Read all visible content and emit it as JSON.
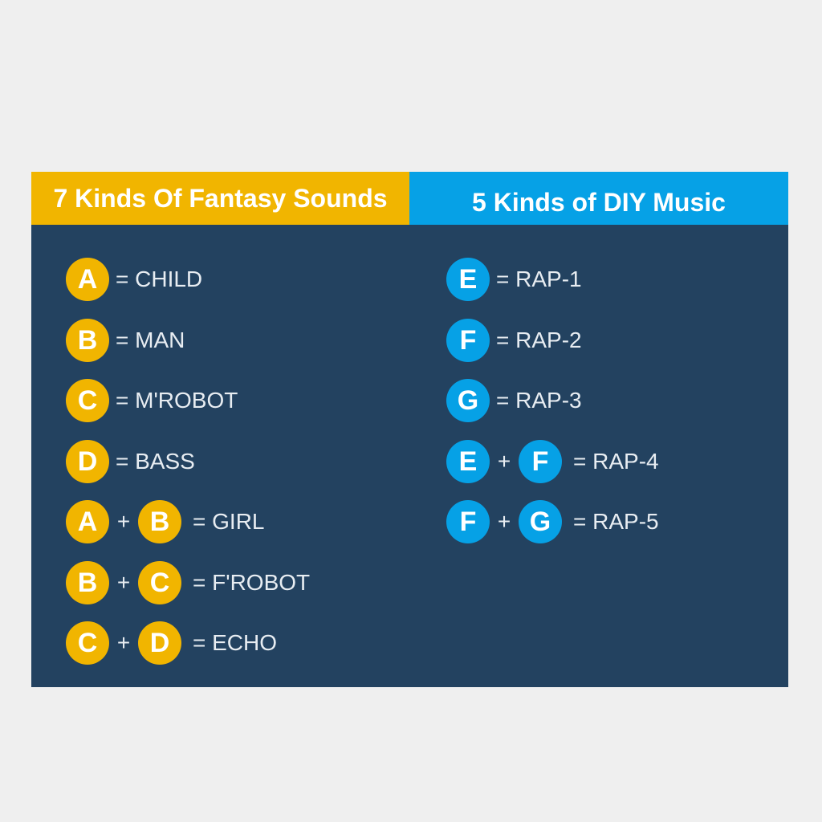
{
  "left": {
    "title": "7 Kinds Of Fantasy Sounds",
    "items": [
      {
        "badges": [
          "A"
        ],
        "text": "= CHILD"
      },
      {
        "badges": [
          "B"
        ],
        "text": "= MAN"
      },
      {
        "badges": [
          "C"
        ],
        "text": "= M'ROBOT"
      },
      {
        "badges": [
          "D"
        ],
        "text": "= BASS"
      },
      {
        "badges": [
          "A",
          "B"
        ],
        "plus": "+",
        "text": "= GIRL"
      },
      {
        "badges": [
          "B",
          "C"
        ],
        "plus": "+",
        "text": "= F'ROBOT"
      },
      {
        "badges": [
          "C",
          "D"
        ],
        "plus": "+",
        "text": "= ECHO"
      }
    ]
  },
  "right": {
    "title": "5 Kinds of DIY Music",
    "items": [
      {
        "badges": [
          "E"
        ],
        "text": "= RAP-1"
      },
      {
        "badges": [
          "F"
        ],
        "text": "= RAP-2"
      },
      {
        "badges": [
          "G"
        ],
        "text": "= RAP-3"
      },
      {
        "badges": [
          "E",
          "F"
        ],
        "plus": "+",
        "text": "= RAP-4"
      },
      {
        "badges": [
          "F",
          "G"
        ],
        "plus": "+",
        "text": "= RAP-5"
      }
    ]
  },
  "colors": {
    "panel": "#234260",
    "yellow": "#f1b500",
    "blue": "#06a1e6",
    "background": "#efefef"
  }
}
